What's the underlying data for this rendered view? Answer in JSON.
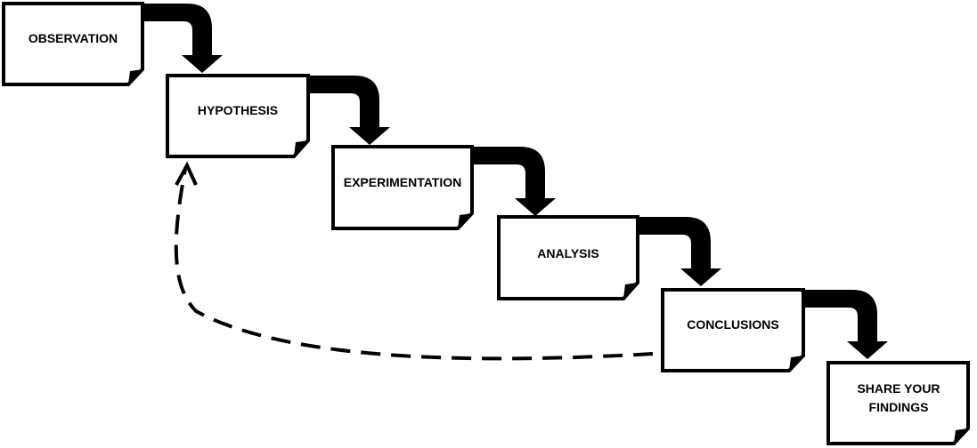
{
  "diagram": {
    "steps": [
      {
        "id": "observation",
        "label": "OBSERVATION",
        "lines": [
          "OBSERVATION"
        ]
      },
      {
        "id": "hypothesis",
        "label": "HYPOTHESIS",
        "lines": [
          "HYPOTHESIS"
        ]
      },
      {
        "id": "experimentation",
        "label": "EXPERIMENTATION",
        "lines": [
          "EXPERIMENTATION"
        ]
      },
      {
        "id": "analysis",
        "label": "ANALYSIS",
        "lines": [
          "ANALYSIS"
        ]
      },
      {
        "id": "conclusions",
        "label": "CONCLUSIONS",
        "lines": [
          "CONCLUSIONS"
        ]
      },
      {
        "id": "share-your-findings",
        "label": "SHARE YOUR FINDINGS",
        "lines": [
          "SHARE YOUR",
          "FINDINGS"
        ]
      }
    ],
    "connections": [
      {
        "from": "observation",
        "to": "hypothesis",
        "style": "solid"
      },
      {
        "from": "hypothesis",
        "to": "experimentation",
        "style": "solid"
      },
      {
        "from": "experimentation",
        "to": "analysis",
        "style": "solid"
      },
      {
        "from": "analysis",
        "to": "conclusions",
        "style": "solid"
      },
      {
        "from": "conclusions",
        "to": "share-your-findings",
        "style": "solid"
      },
      {
        "from": "conclusions",
        "to": "hypothesis",
        "style": "dashed"
      }
    ],
    "colors": {
      "stroke": "#000000",
      "box_fill": "#ffffff",
      "background": "#ffffff"
    }
  }
}
